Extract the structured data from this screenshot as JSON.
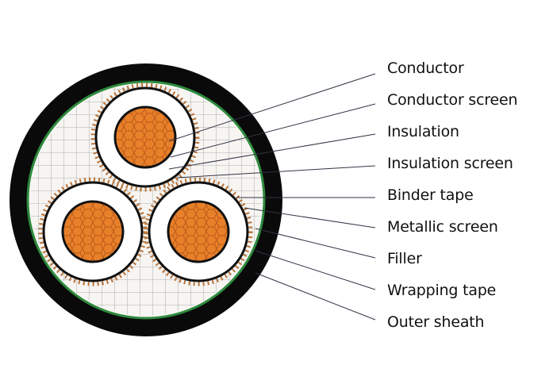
{
  "diagram": {
    "labels": [
      "Conductor",
      "Conductor screen",
      "Insulation",
      "Insulation screen",
      "Binder tape",
      "Metallic screen",
      "Filler",
      "Wrapping tape",
      "Outer sheath"
    ],
    "colors": {
      "outer_sheath": "#0a0a0a",
      "wrapping_tape": "#2e8b3e",
      "filler": "#f7f5f2",
      "metallic_screen": "#b8743a",
      "insulation": "#ffffff",
      "conductor": "#e8802a",
      "leader_line": "#333344"
    }
  }
}
